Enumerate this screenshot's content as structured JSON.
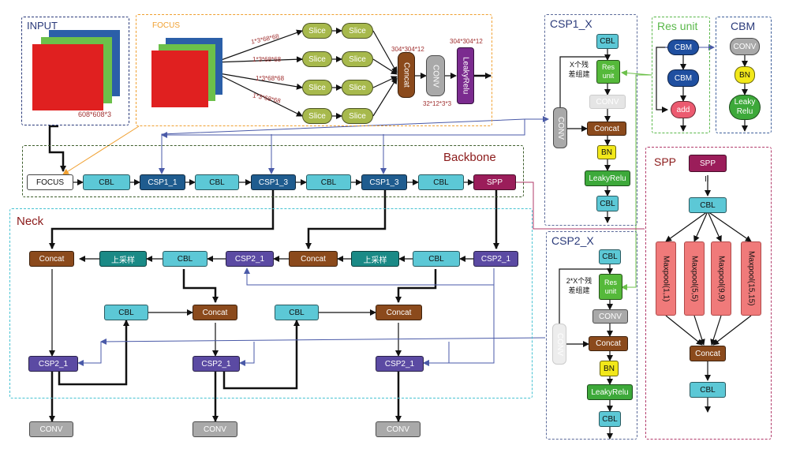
{
  "groups": {
    "input": {
      "title": "INPUT",
      "size": "608*608*3",
      "color": "#2a3a7a"
    },
    "focus": {
      "title": "FOCUS",
      "slice_label": "Slice",
      "in_labels": [
        "1*3*68*68",
        "1*3*68*68",
        "1*3*68*68",
        "1*3*68*68"
      ],
      "concat_in": "304*304*12",
      "conv_out": "32*12*3*3",
      "leaky_out": "304*304*12",
      "color": "#f0a030"
    },
    "backbone": {
      "title": "Backbone",
      "color": "#3d5e2c"
    },
    "neck": {
      "title": "Neck",
      "color": "#46c2d2"
    },
    "csp1x": {
      "title": "CSP1_X",
      "residual_note": "X个残\n差组建",
      "color": "#5c6b9a"
    },
    "csp2x": {
      "title": "CSP2_X",
      "residual_note": "2*X个残\n差组建",
      "color": "#5c6b9a"
    },
    "resunit": {
      "title": "Res unit",
      "color": "#5ab84a"
    },
    "cbm": {
      "title": "CBM",
      "color": "#3d5e9a"
    },
    "spp": {
      "title": "SPP",
      "parallel": "II",
      "color": "#b23a6a"
    }
  },
  "labels": {
    "cbl": "CBL",
    "concat": "Concat",
    "conv": "CONV",
    "bn": "BN",
    "leaky": "LeakyRelu",
    "leaky_relu": "Leaky\nRelu",
    "res_unit": "Res\nunit",
    "focus": "FOCUS",
    "spp": "SPP",
    "add": "add",
    "cbm": "CBM",
    "upsample": "上采样",
    "csp1_1": "CSP1_1",
    "csp1_3": "CSP1_3",
    "csp2_1": "CSP2_1"
  },
  "maxpools": [
    "Maxpool(1,1)",
    "Maxpool(5,5)",
    "Maxpool(9,9)",
    "Maxpool(15,15)"
  ],
  "colors": {
    "arrow": "#111111",
    "blue_link": "#4a5aa8",
    "green_link": "#6cc04a",
    "orange_link": "#f0a030",
    "pink_link": "#b23a6a",
    "red": "#e02020",
    "blue_sheet": "#2b5fa8",
    "green_sheet": "#6cc04a"
  }
}
